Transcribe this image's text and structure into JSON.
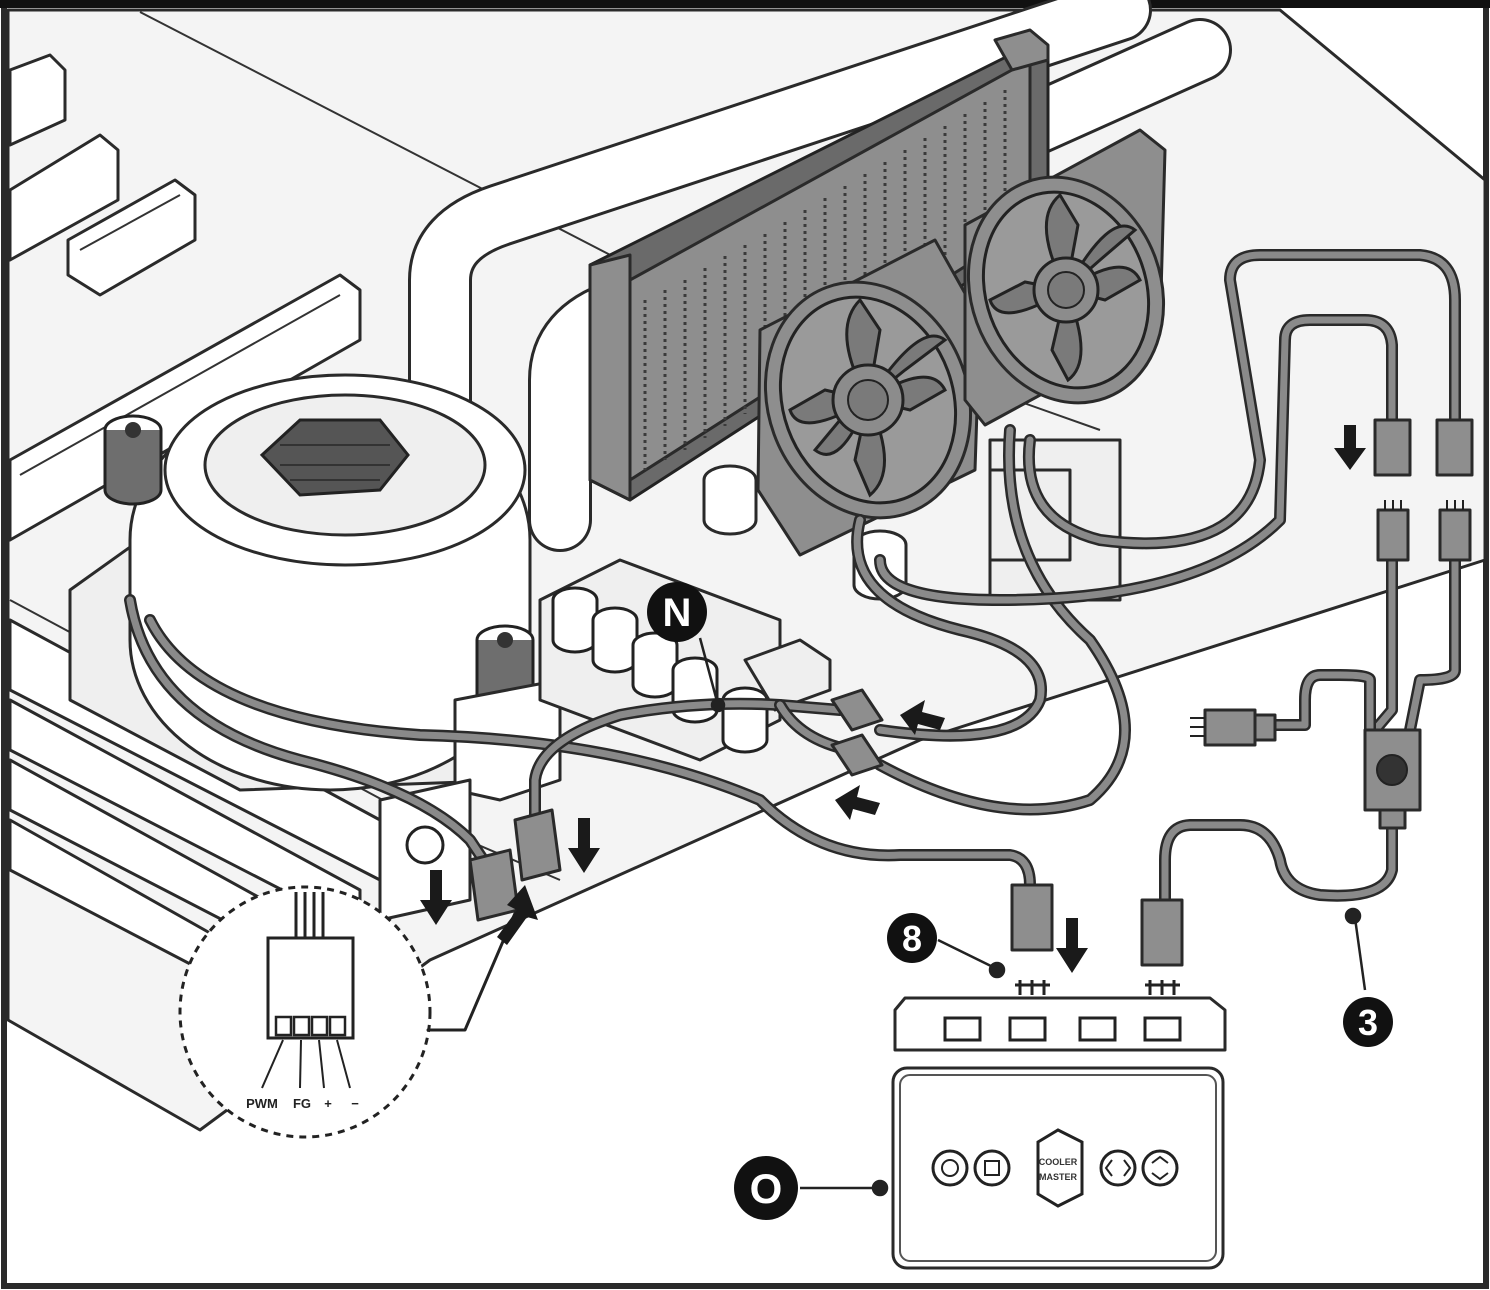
{
  "diagram": {
    "callouts": [
      {
        "id": "N",
        "label": "N"
      },
      {
        "id": "8",
        "label": "8"
      },
      {
        "id": "3",
        "label": "3"
      },
      {
        "id": "O",
        "label": "O"
      }
    ],
    "pin_labels": [
      "PWM",
      "FG",
      "+",
      "−"
    ],
    "logo_text": {
      "line1": "COOLER",
      "line2": "MASTER"
    },
    "colors": {
      "line": "#222222",
      "cable": "#8a8a8a",
      "component_fill": "#8e8e8e",
      "callout_fill": "#111111",
      "background": "#ffffff"
    }
  }
}
